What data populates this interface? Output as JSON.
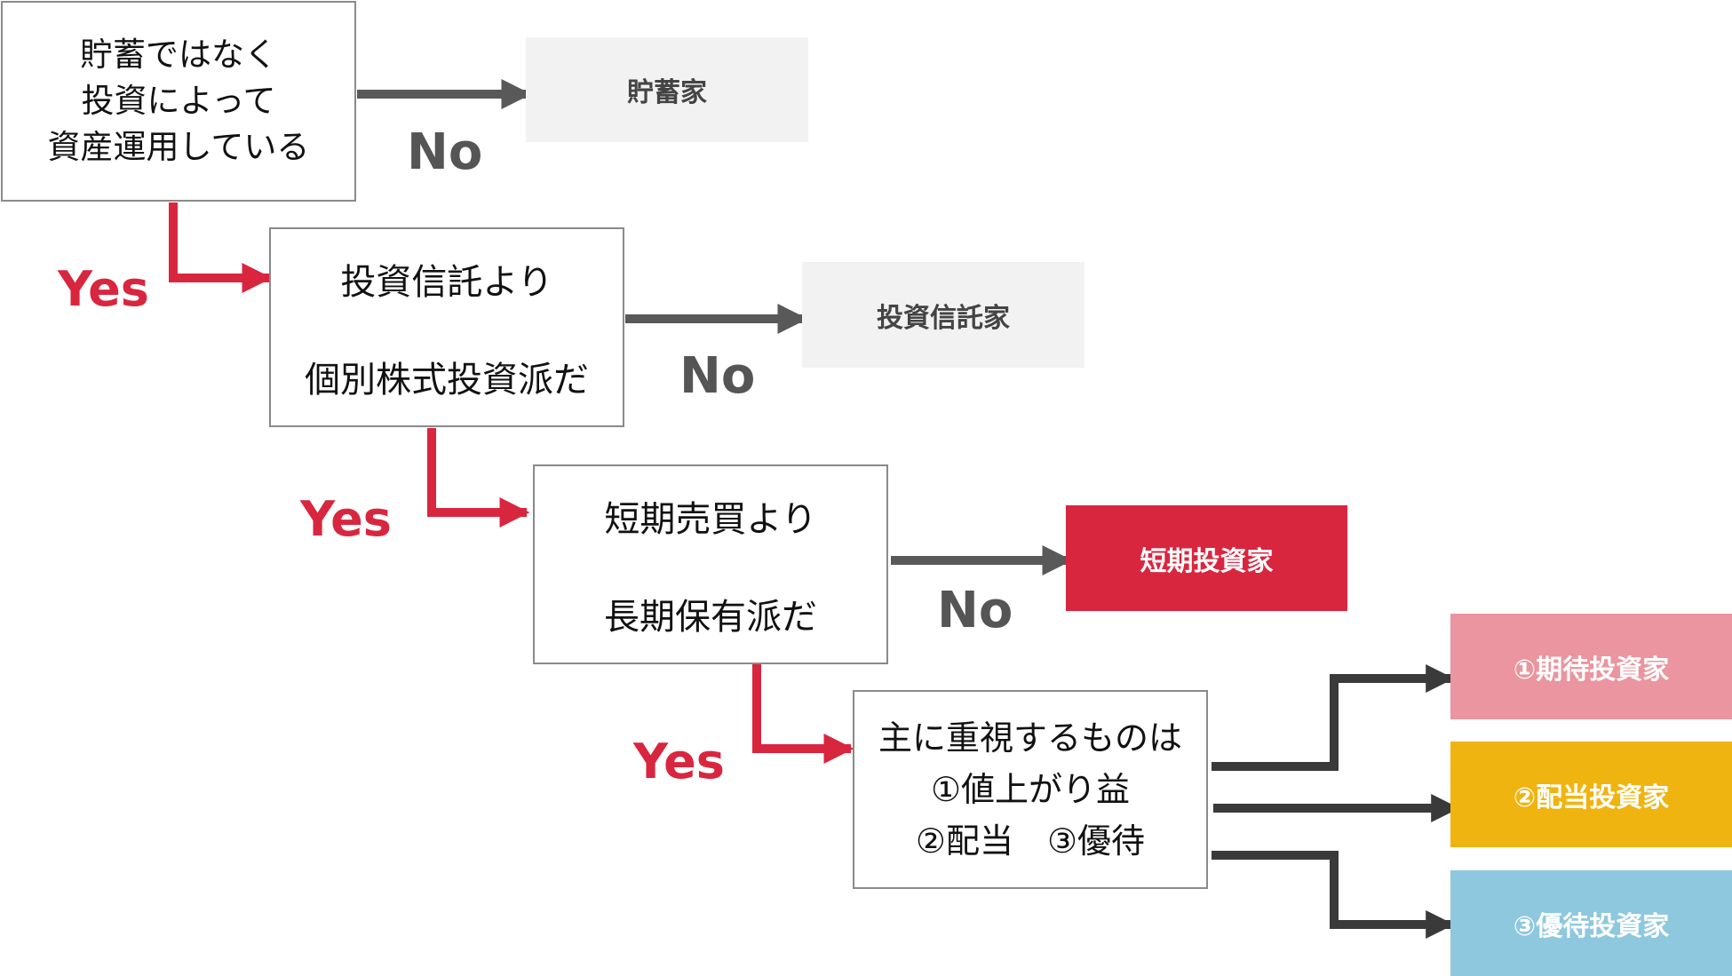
{
  "questions": [
    {
      "lines": [
        "貯蓄ではなく",
        "投資によって",
        "資産運用している"
      ]
    },
    {
      "lines": [
        "投資信託より",
        "個別株式投資派だ"
      ]
    },
    {
      "lines": [
        "短期売買より",
        "長期保有派だ"
      ]
    },
    {
      "lines": [
        "主に重視するものは",
        "①値上がり益",
        "②配当　③優待"
      ]
    }
  ],
  "results": {
    "saver": "貯蓄家",
    "fund_investor": "投資信託家",
    "short_term_investor": "短期投資家",
    "growth_investor": "①期待投資家",
    "dividend_investor": "②配当投資家",
    "benefit_investor": "③優待投資家"
  },
  "labels": {
    "no": "No",
    "yes": "Yes"
  },
  "colors": {
    "yes_arrow": "#d9263f",
    "no_arrow": "#595959",
    "branch_arrow": "#3a3a3a",
    "result_gray": "#f2f2f2",
    "result_red": "#d9263f",
    "result_pink": "#ea959f",
    "result_yellow": "#f0b411",
    "result_blue": "#8ec8de"
  }
}
